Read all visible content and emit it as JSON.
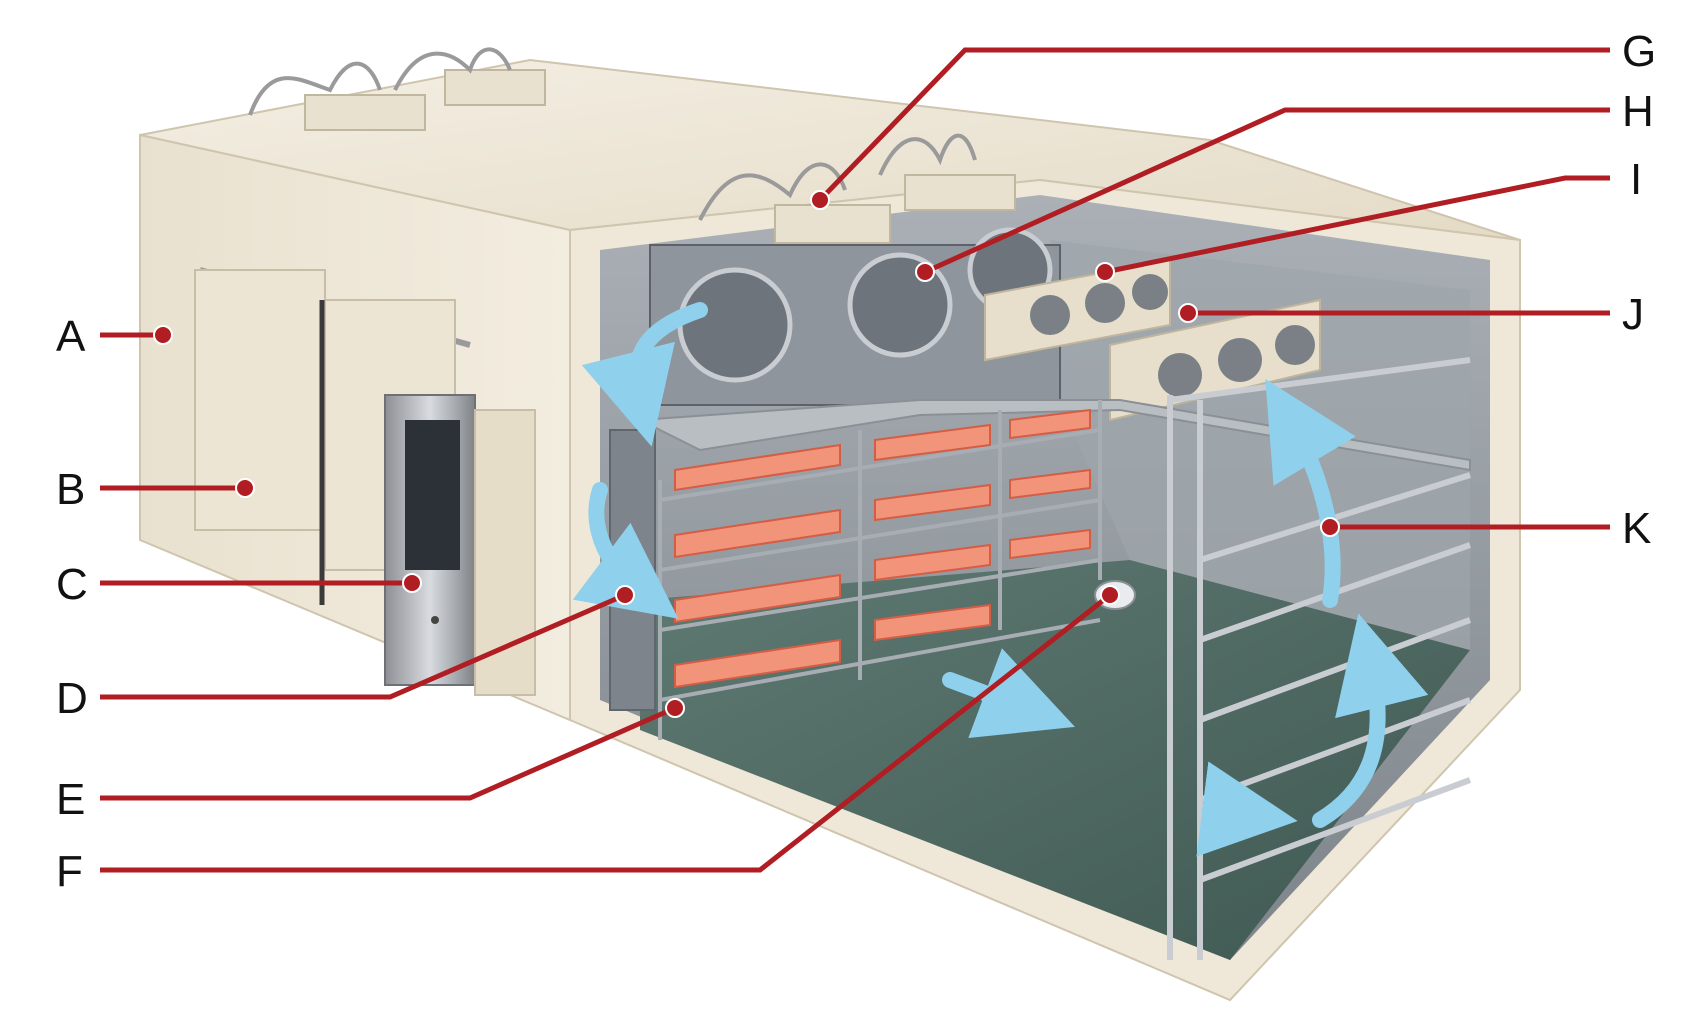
{
  "labels": {
    "a": "A",
    "b": "B",
    "c": "C",
    "d": "D",
    "e": "E",
    "f": "F",
    "g": "G",
    "h": "H",
    "i": "I",
    "j": "J",
    "k": "K"
  },
  "colors": {
    "leader": "#b01e23",
    "shell": "#ece4d2",
    "airflow": "#8fd0ec",
    "floor": "#4e6a64"
  }
}
